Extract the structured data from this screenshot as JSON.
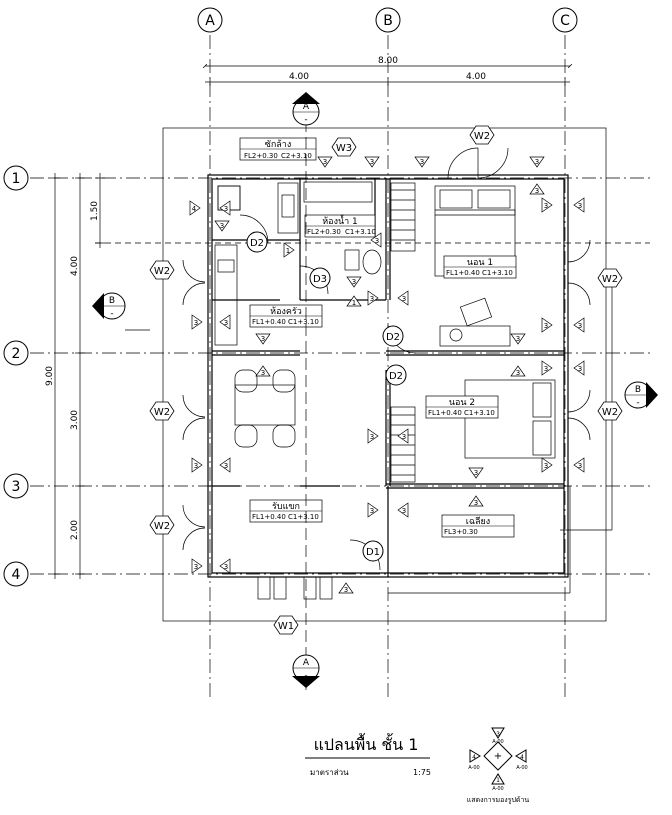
{
  "grid": {
    "columns": [
      "A",
      "B",
      "C"
    ],
    "rows": [
      "1",
      "2",
      "3",
      "4"
    ]
  },
  "dimensions": {
    "total_width": "8.00",
    "bay_width_left": "4.00",
    "bay_width_right": "4.00",
    "total_depth": "9.00",
    "depth_1_2": "4.00",
    "depth_1_2_sub": "1.50",
    "depth_2_3": "3.00",
    "depth_3_4": "2.00"
  },
  "rooms": {
    "laundry": {
      "name": "ซักล้าง",
      "level": "FL2+0.30",
      "ceiling": "C2+3.10"
    },
    "bathroom": {
      "name": "ห้องน้ำ 1",
      "level": "FL2+0.30",
      "ceiling": "C1+3.10"
    },
    "kitchen": {
      "name": "ห้องครัว",
      "level": "FL1+0.40",
      "ceiling": "C1+3.10"
    },
    "bedroom1": {
      "name": "นอน 1",
      "level": "FL1+0.40",
      "ceiling": "C1+3.10"
    },
    "bedroom2": {
      "name": "นอน 2",
      "level": "FL1+0.40",
      "ceiling": "C1+3.10"
    },
    "living": {
      "name": "รับแขก",
      "level": "FL1+0.40",
      "ceiling": "C1+3.10"
    },
    "terrace": {
      "name": "เฉลียง",
      "level": "FL3+0.30"
    }
  },
  "tags": {
    "window_w1": "W1",
    "window_w2": "W2",
    "window_w3": "W3",
    "door_d1": "D1",
    "door_d2": "D2",
    "door_d3": "D3",
    "section_a": "A",
    "section_b": "B",
    "sheet_ref": "-",
    "elev_1": "1",
    "elev_3": "3",
    "elev_4": "4"
  },
  "title_block": {
    "title": "แปลนพื้น ชั้น 1",
    "scale_label": "มาตราส่วน",
    "scale": "1:75",
    "legend_caption": "แสดงการมองรูปด้าน",
    "legend_code": "A-00"
  }
}
